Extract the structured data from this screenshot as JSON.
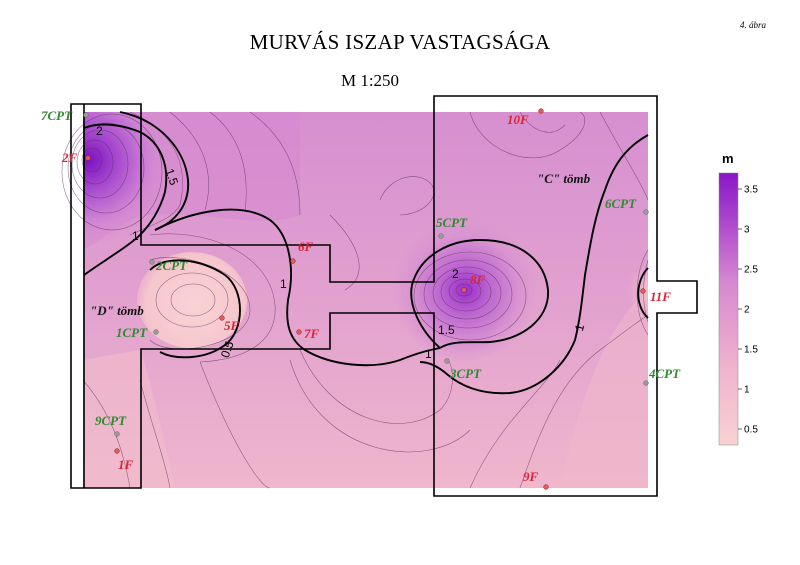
{
  "figure_number": "4. ábra",
  "title": "MURVÁS ISZAP VASTAGSÁGA",
  "scale": "M 1:250",
  "blocks": {
    "d": "\"D\" tömb",
    "c": "\"C\" tömb"
  },
  "points": [
    {
      "label": "7CPT",
      "kind": "cpt"
    },
    {
      "label": "2F",
      "kind": "f"
    },
    {
      "label": "10F",
      "kind": "f"
    },
    {
      "label": "6CPT",
      "kind": "cpt"
    },
    {
      "label": "5CPT",
      "kind": "cpt"
    },
    {
      "label": "2CPT",
      "kind": "cpt"
    },
    {
      "label": "6F",
      "kind": "f"
    },
    {
      "label": "8F",
      "kind": "f"
    },
    {
      "label": "11F",
      "kind": "f"
    },
    {
      "label": "5F",
      "kind": "f"
    },
    {
      "label": "7F",
      "kind": "f"
    },
    {
      "label": "1CPT",
      "kind": "cpt"
    },
    {
      "label": "3CPT",
      "kind": "cpt"
    },
    {
      "label": "4CPT",
      "kind": "cpt"
    },
    {
      "label": "9CPT",
      "kind": "cpt"
    },
    {
      "label": "1F",
      "kind": "f"
    },
    {
      "label": "9F",
      "kind": "f"
    }
  ],
  "contour_labels": [
    "2",
    "1.5",
    "1",
    "1",
    "0.5",
    "2",
    "1.5",
    "1",
    "1"
  ],
  "legend": {
    "unit": "m",
    "ticks": [
      "3.5",
      "3",
      "2.5",
      "2",
      "1.5",
      "1",
      "0.5"
    ],
    "min": 0.3,
    "max": 3.7,
    "colors": {
      "low": "#f8d2d4",
      "mid": "#e3a0cf",
      "high": "#8a16c8"
    }
  },
  "colors": {
    "cpt": "#2f8a2f",
    "f": "#d4283a",
    "boundary": "#000000"
  }
}
